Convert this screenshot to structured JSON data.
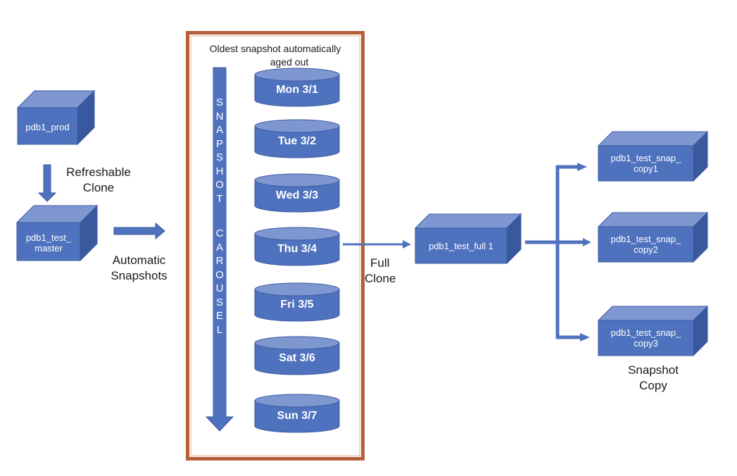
{
  "colors": {
    "fill": "#4f72be",
    "top": "#7e97d1",
    "side": "#3a589e",
    "stroke": "#3b5aa0",
    "frame": "#b5603a",
    "frame_inner": "#dc7d4a"
  },
  "source_box": {
    "label": "pdb1_prod"
  },
  "refresh": {
    "label_line1": "Refreshable",
    "label_line2": "Clone"
  },
  "master_box": {
    "label_line1": "pdb1_test_",
    "label_line2": "master"
  },
  "auto_snap": {
    "label_line1": "Automatic",
    "label_line2": "Snapshots"
  },
  "carousel": {
    "heading_line1": "Oldest snapshot automatically",
    "heading_line2": "aged out",
    "vertical_label": "SNAPSHOT CAROUSEL",
    "snapshots": [
      "Mon 3/1",
      "Tue 3/2",
      "Wed 3/3",
      "Thu 3/4",
      "Fri 3/5",
      "Sat 3/6",
      "Sun 3/7"
    ]
  },
  "full_clone": {
    "label_line1": "Full",
    "label_line2": "Clone",
    "box_label": "pdb1_test_full 1"
  },
  "copies": [
    {
      "label_line1": "pdb1_test_snap_",
      "label_line2": "copy1"
    },
    {
      "label_line1": "pdb1_test_snap_",
      "label_line2": "copy2"
    },
    {
      "label_line1": "pdb1_test_snap_",
      "label_line2": "copy3"
    }
  ],
  "snapshot_copy": {
    "label_line1": "Snapshot",
    "label_line2": "Copy"
  }
}
